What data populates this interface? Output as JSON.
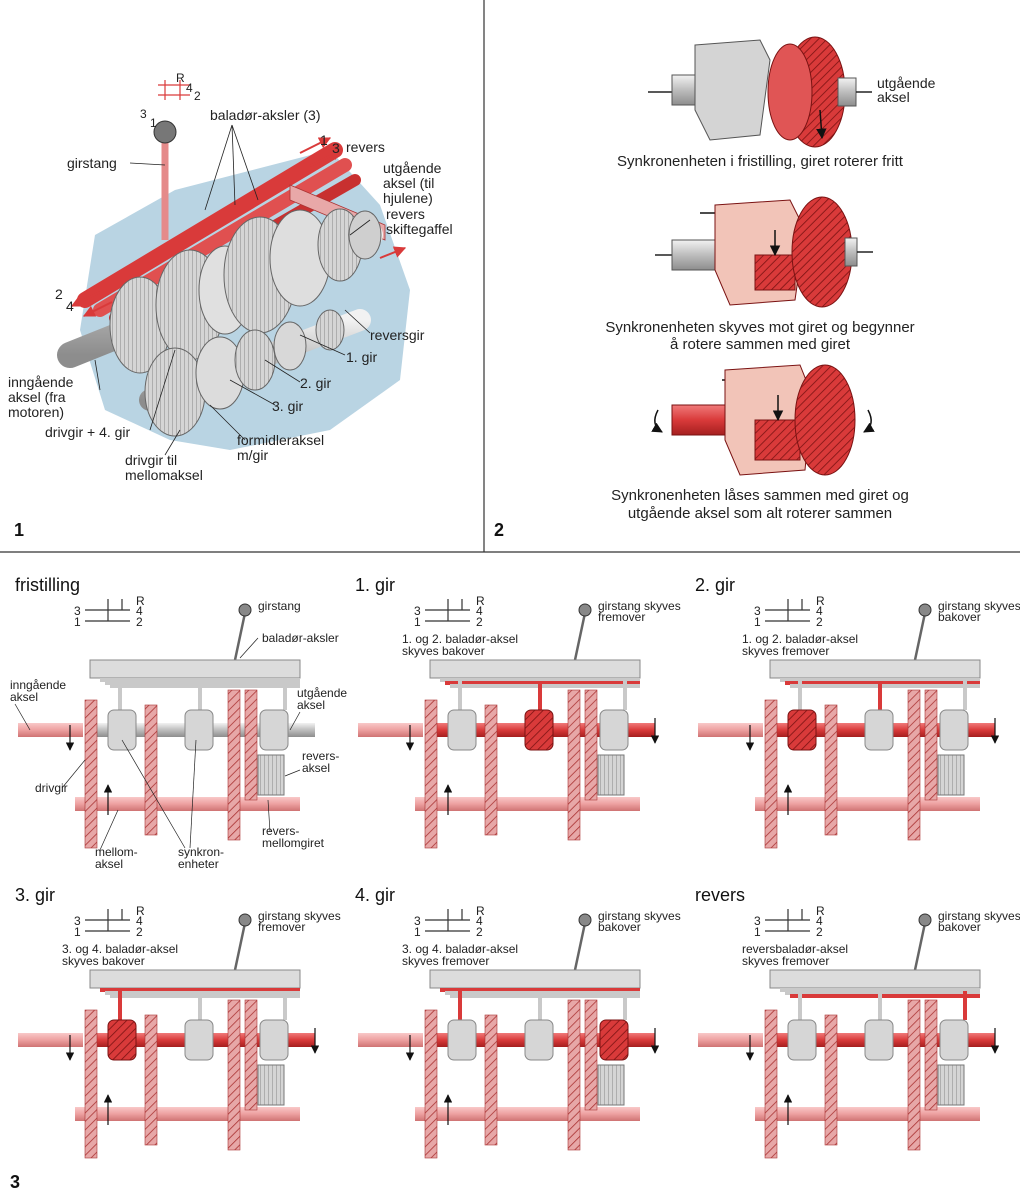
{
  "panel1": {
    "number": "1",
    "shift_pattern": [
      "R",
      "4",
      "2",
      "3",
      "1"
    ],
    "labels": {
      "girstang": "girstang",
      "balador": "baladør-aksler (3)",
      "revers": "revers",
      "utgaende_1": "utgående",
      "utgaende_2": "aksel (til",
      "utgaende_3": "hjulene)",
      "revers_gaffel_1": "revers",
      "revers_gaffel_2": "skiftegaffel",
      "reversgir": "reversgir",
      "gir1": "1. gir",
      "gir2": "2. gir",
      "gir3": "3. gir",
      "inngaende_1": "inngående",
      "inngaende_2": "aksel (fra",
      "inngaende_3": "motoren)",
      "drivgir4": "drivgir + 4. gir",
      "drivgir_mellom_1": "drivgir til",
      "drivgir_mellom_2": "mellomaksel",
      "formidler_1": "formidleraksel",
      "formidler_2": "m/gir",
      "arrow_1": "1",
      "arrow_3": "3",
      "arrow_2": "2",
      "arrow_4": "4"
    }
  },
  "panel2": {
    "number": "2",
    "utgaende_1": "utgående",
    "utgaende_2": "aksel",
    "caption1": "Synkronenheten i fristilling, giret roterer fritt",
    "caption2a": "Synkronenheten skyves mot giret og begynner",
    "caption2b": "å rotere sammen med giret",
    "caption3a": "Synkronenheten låses sammen med giret og",
    "caption3b": "utgående aksel som alt roterer sammen"
  },
  "panel3": {
    "number": "3",
    "diagrams": [
      {
        "title": "fristilling",
        "note1": "",
        "note2": "",
        "lever1": "girstang",
        "lever2": ""
      },
      {
        "title": "1. gir",
        "note1": "1. og 2. baladør-aksel",
        "note2": "skyves bakover",
        "lever1": "girstang skyves",
        "lever2": "fremover"
      },
      {
        "title": "2. gir",
        "note1": "1. og 2. baladør-aksel",
        "note2": "skyves fremover",
        "lever1": "girstang skyves",
        "lever2": "bakover"
      },
      {
        "title": "3. gir",
        "note1": "3. og 4. baladør-aksel",
        "note2": "skyves bakover",
        "lever1": "girstang skyves",
        "lever2": "fremover"
      },
      {
        "title": "4. gir",
        "note1": "3. og 4. baladør-aksel",
        "note2": "skyves fremover",
        "lever1": "girstang skyves",
        "lever2": "bakover"
      },
      {
        "title": "revers",
        "note1": "reversbaladør-aksel",
        "note2": "skyves fremover",
        "lever1": "girstang skyves",
        "lever2": "bakover"
      }
    ],
    "neutral_labels": {
      "balador": "baladør-aksler",
      "inngaende_1": "inngående",
      "inngaende_2": "aksel",
      "utgaende_1": "utgående",
      "utgaende_2": "aksel",
      "revers_aksel_1": "revers-",
      "revers_aksel_2": "aksel",
      "drivgir": "drivgir",
      "revers_mellom_1": "revers-",
      "revers_mellom_2": "mellomgiret",
      "mellom_1": "mellom-",
      "mellom_2": "aksel",
      "synkron_1": "synkron-",
      "synkron_2": "enheter"
    },
    "pattern": [
      "R",
      "4",
      "2",
      "3",
      "1"
    ]
  },
  "colors": {
    "red": "#d93a3a",
    "pink": "#ef9a9a",
    "grey": "#c8c8c8",
    "bg_blue": "#b9d4e3"
  }
}
